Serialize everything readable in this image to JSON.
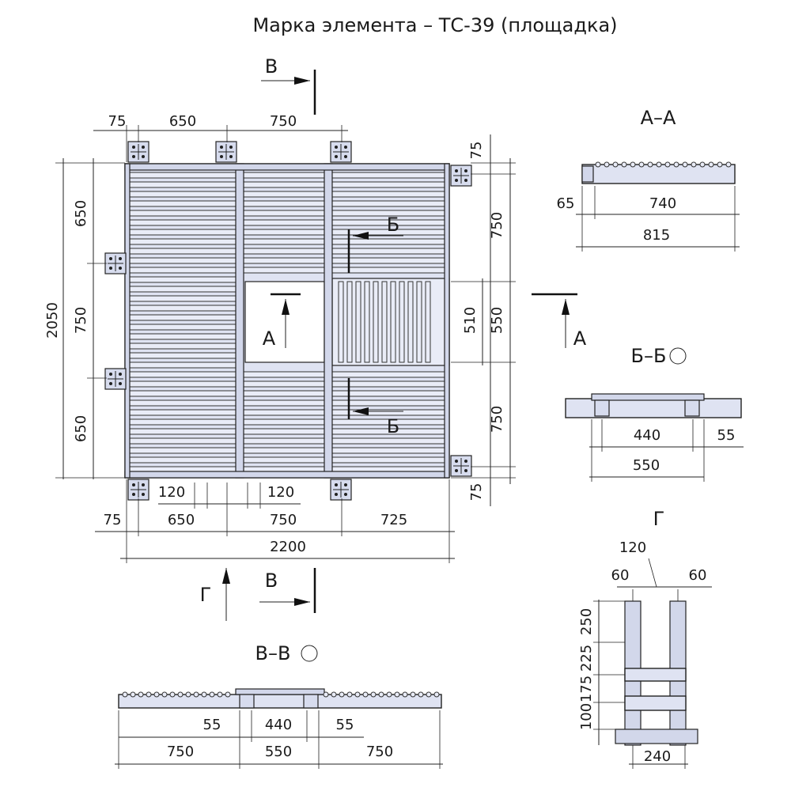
{
  "title": "Марка элемента – ТС-39 (площадка)",
  "plan": {
    "top_dims": [
      "75",
      "650",
      "750"
    ],
    "bottom_dims": [
      "75",
      "650",
      "750",
      "725"
    ],
    "bottom_small": [
      "120",
      "120"
    ],
    "overall_width": "2200",
    "left_dims": [
      "650",
      "750",
      "650"
    ],
    "overall_height": "2050",
    "right_dims": [
      "75",
      "750",
      "550",
      "510",
      "750",
      "75"
    ],
    "markers": {
      "a": "А",
      "b": "Б",
      "v": "В",
      "g": "Г"
    }
  },
  "sections": {
    "aa": {
      "label": "А–А",
      "dims": [
        "65",
        "740",
        "815"
      ]
    },
    "bb": {
      "label": "Б–Б",
      "dims": [
        "440",
        "55",
        "550"
      ]
    },
    "vv": {
      "label": "В–В",
      "dims": [
        "55",
        "440",
        "55",
        "750",
        "550",
        "750"
      ]
    },
    "g": {
      "label": "Г",
      "dims_top": [
        "120",
        "60",
        "60"
      ],
      "dims_left": [
        "250",
        "225",
        "175",
        "100"
      ],
      "dims_bottom": [
        "240"
      ]
    }
  },
  "colors": {
    "fill": "#dfe3f2",
    "line": "#222222"
  }
}
